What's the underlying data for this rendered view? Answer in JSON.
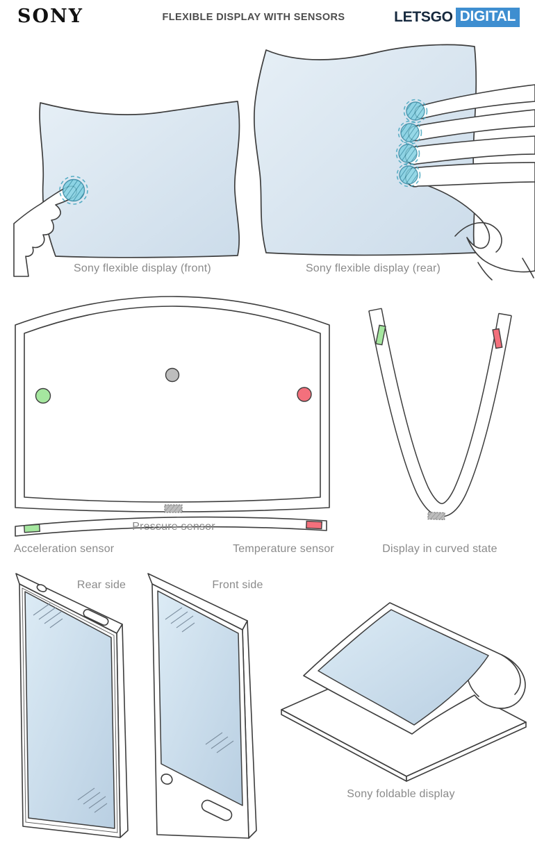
{
  "header": {
    "brand": "SONY",
    "title": "FLEXIBLE DISPLAY WITH SENSORS",
    "logo": {
      "part1": "LETSGO",
      "part2": "DIGITAL"
    }
  },
  "figures": {
    "front_display": {
      "caption": "Sony flexible display (front)"
    },
    "rear_display": {
      "caption": "Sony flexible display (rear)"
    },
    "curved_display": {
      "labels": {
        "pressure": "Pressure sensor",
        "acceleration": "Acceleration sensor",
        "temperature": "Temperature sensor"
      }
    },
    "curved_state": {
      "caption": "Display in curved state"
    },
    "phones": {
      "rear_label": "Rear side",
      "front_label": "Front side"
    },
    "foldable": {
      "caption": "Sony foldable display"
    }
  },
  "colors": {
    "line": "#3d3d3d",
    "caption": "#8a8a8a",
    "touch_fill": "#7fd0e2",
    "sensor_green": "#a5e79f",
    "sensor_red": "#f3707c",
    "sensor_gray": "#bdbdbd",
    "logo_navy": "#16293e",
    "logo_blue": "#3e8ed0",
    "sheet_light": "#e6eff6",
    "sheet_dark": "#ccdcea",
    "screen_light": "#dcebf5",
    "screen_dark": "#b9cfe2"
  }
}
